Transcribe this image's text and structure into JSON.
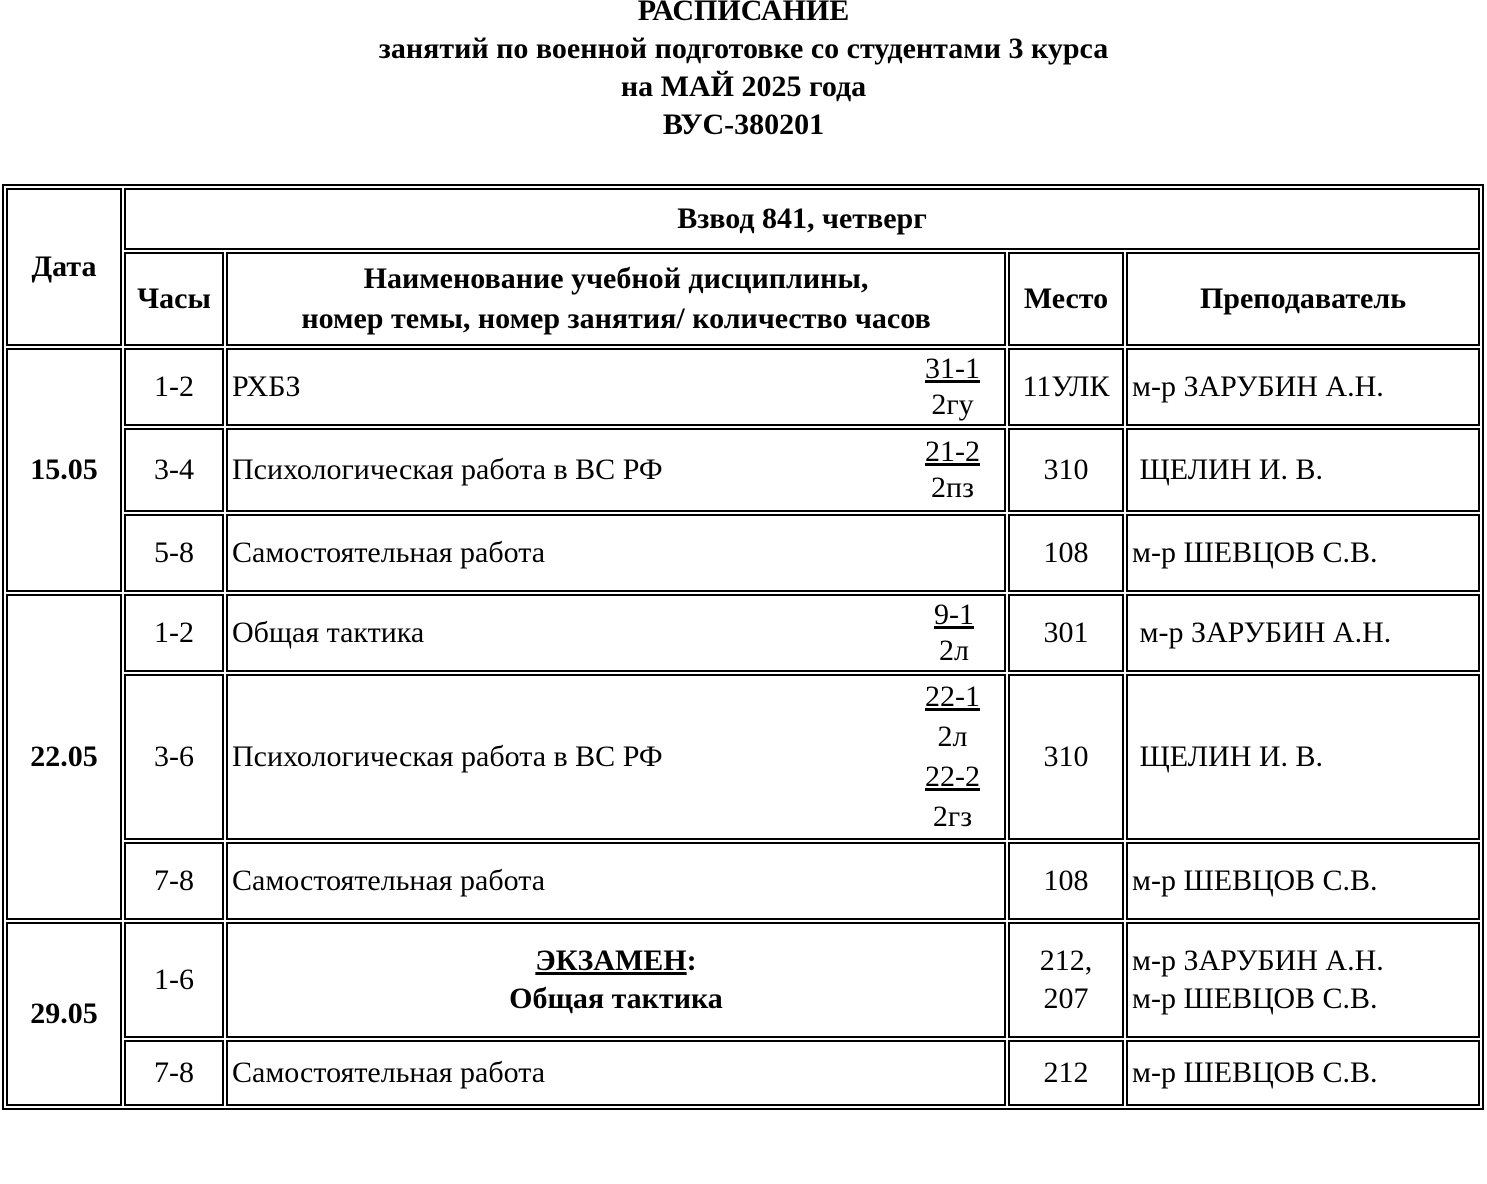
{
  "header": {
    "line1": "РАСПИСАНИЕ",
    "line2": "занятий по военной подготовке со студентами 3 курса",
    "line3": "на МАЙ 2025 года",
    "line4": "ВУС-380201"
  },
  "table": {
    "col_date": "Дата",
    "platoon": "Взвод 841, четверг",
    "col_hours": "Часы",
    "col_subject_line1": "Наименование учебной дисциплины,",
    "col_subject_line2": "номер темы, номер занятия/ количество часов",
    "col_place": "Место",
    "col_teacher": "Преподаватель",
    "days": [
      {
        "date": "15.05",
        "rows": [
          {
            "hours": "1-2",
            "subject": "РХБЗ",
            "code": "31-1",
            "type": "2гу",
            "place": "11УЛК",
            "teacher": "м-р ЗАРУБИН А.Н."
          },
          {
            "hours": "3-4",
            "subject": "Психологическая работа в ВС РФ",
            "code": "21-2",
            "type": "2пз",
            "place": "310",
            "teacher": " ЩЕЛИН И. В."
          },
          {
            "hours": "5-8",
            "subject": "Самостоятельная работа",
            "place": "108",
            "teacher": "м-р ШЕВЦОВ С.В."
          }
        ]
      },
      {
        "date": "22.05",
        "rows": [
          {
            "hours": "1-2",
            "subject": "Общая тактика",
            "code": "9-1",
            "type": "2л",
            "place": "301",
            "teacher": " м-р ЗАРУБИН А.Н."
          },
          {
            "hours": "3-6",
            "subject": "Психологическая работа в ВС РФ",
            "code": "22-1",
            "type": "2л",
            "code2": "22-2",
            "type2": "2гз",
            "place": "310",
            "teacher": " ЩЕЛИН И. В."
          },
          {
            "hours": "7-8",
            "subject": "Самостоятельная работа",
            "place": "108",
            "teacher": "м-р ШЕВЦОВ С.В."
          }
        ]
      },
      {
        "date": "29.05",
        "rows": [
          {
            "hours": "1-6",
            "exam_word": "ЭКЗАМЕН",
            "exam_colon": ":",
            "exam_subject": "Общая тактика",
            "place_line1": "212,",
            "place_line2": "207",
            "teacher_line1": "м-р ЗАРУБИН А.Н.",
            "teacher_line2": "м-р ШЕВЦОВ С.В."
          },
          {
            "hours": "7-8",
            "subject": "Самостоятельная работа",
            "place": "212",
            "teacher": "м-р ШЕВЦОВ С.В."
          }
        ]
      }
    ]
  }
}
